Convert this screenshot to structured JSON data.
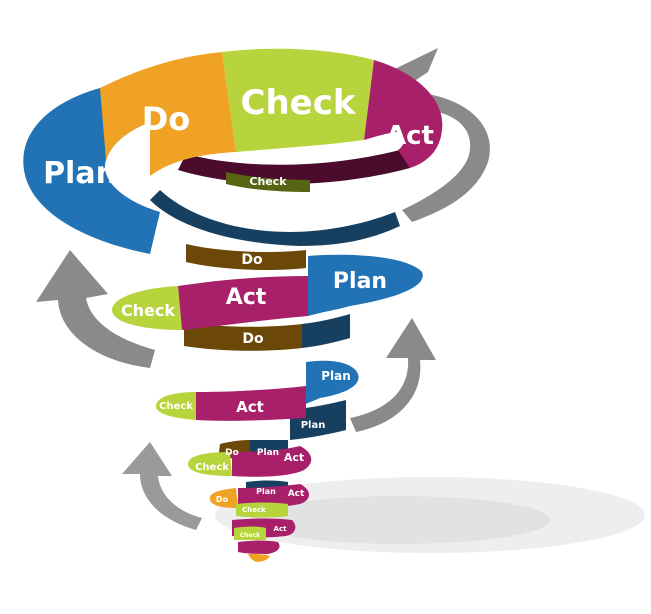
{
  "colors": {
    "plan": "#2273b5",
    "plan_dark": "#163f60",
    "do": "#f0a224",
    "do_dark": "#6b4708",
    "check": "#b8d43c",
    "check_dark": "#566414",
    "act": "#a8206a",
    "act_dark": "#4a0b2c",
    "arrow": "#8a8a8a",
    "shadow": "#e2e2e2"
  },
  "top_ring": {
    "plan": "Plan",
    "do": "Do",
    "check": "Check",
    "act": "Act"
  },
  "back_1": {
    "check": "Check"
  },
  "back_2": {
    "do": "Do"
  },
  "ring_2": {
    "check": "Check",
    "act": "Act",
    "plan": "Plan"
  },
  "back_3": {
    "do": "Do"
  },
  "ring_3": {
    "check": "Check",
    "act": "Act",
    "plan": "Plan"
  },
  "back_4": {
    "plan": "Plan"
  },
  "ring_4": {
    "do": "Do",
    "plan": "Plan",
    "check": "Check",
    "act": "Act"
  },
  "ring_5": {
    "plan": "Plan",
    "do": "Do",
    "act": "Act"
  },
  "ring_6": {
    "check": "Check",
    "act": "Act"
  },
  "ring_7": {
    "check": "Check"
  },
  "icons": [
    "cycle-arrow-icon"
  ]
}
